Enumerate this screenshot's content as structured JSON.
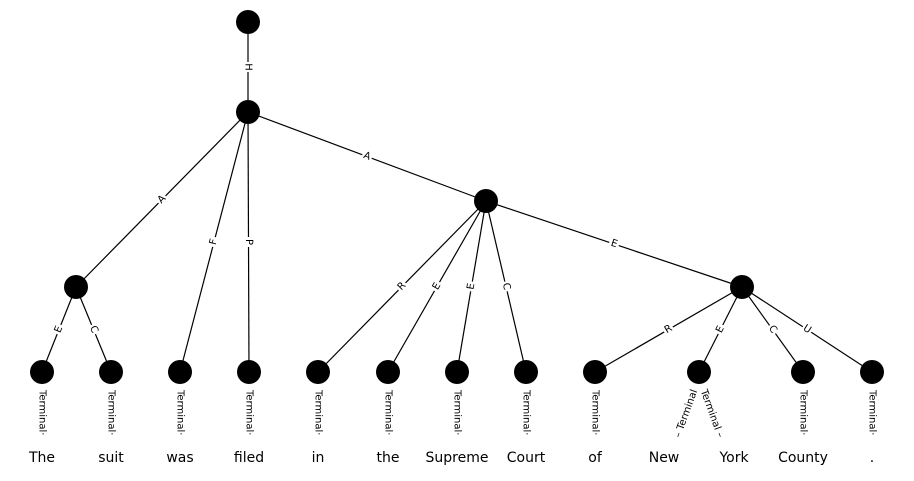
{
  "graph": {
    "nodes": [
      {
        "id": "root",
        "kind": "internal"
      },
      {
        "id": "n1",
        "kind": "internal"
      },
      {
        "id": "n2",
        "kind": "internal"
      },
      {
        "id": "n3",
        "kind": "internal"
      },
      {
        "id": "n4",
        "kind": "internal"
      },
      {
        "id": "t1",
        "kind": "terminal",
        "tag": "Terminal",
        "word": "The"
      },
      {
        "id": "t2",
        "kind": "terminal",
        "tag": "Terminal",
        "word": "suit"
      },
      {
        "id": "t3",
        "kind": "terminal",
        "tag": "Terminal",
        "word": "was"
      },
      {
        "id": "t4",
        "kind": "terminal",
        "tag": "Terminal",
        "word": "filed"
      },
      {
        "id": "t5",
        "kind": "terminal",
        "tag": "Terminal",
        "word": "in"
      },
      {
        "id": "t6",
        "kind": "terminal",
        "tag": "Terminal",
        "word": "the"
      },
      {
        "id": "t7",
        "kind": "terminal",
        "tag": "Terminal",
        "word": "Supreme"
      },
      {
        "id": "t8",
        "kind": "terminal",
        "tag": "Terminal",
        "word": "Court"
      },
      {
        "id": "t9",
        "kind": "terminal",
        "tag": "Terminal",
        "word": "of"
      },
      {
        "id": "t10",
        "kind": "terminal",
        "tag": "Terminal",
        "word": "New"
      },
      {
        "id": "t11",
        "kind": "terminal",
        "tag": "Terminal",
        "word": "York"
      },
      {
        "id": "t12",
        "kind": "terminal",
        "tag": "Terminal",
        "word": "County"
      },
      {
        "id": "t13",
        "kind": "terminal",
        "tag": "Terminal",
        "word": "."
      }
    ],
    "edges": [
      {
        "from": "root",
        "to": "n1",
        "label": "H"
      },
      {
        "from": "n1",
        "to": "n2",
        "label": "A"
      },
      {
        "from": "n1",
        "to": "t3",
        "label": "F"
      },
      {
        "from": "n1",
        "to": "t4",
        "label": "P"
      },
      {
        "from": "n1",
        "to": "n3",
        "label": "A"
      },
      {
        "from": "n2",
        "to": "t1",
        "label": "E"
      },
      {
        "from": "n2",
        "to": "t2",
        "label": "C"
      },
      {
        "from": "n3",
        "to": "t5",
        "label": "R"
      },
      {
        "from": "n3",
        "to": "t6",
        "label": "E"
      },
      {
        "from": "n3",
        "to": "t7",
        "label": "E"
      },
      {
        "from": "n3",
        "to": "t8",
        "label": "C"
      },
      {
        "from": "n3",
        "to": "n4",
        "label": "E"
      },
      {
        "from": "n4",
        "to": "t9",
        "label": "R"
      },
      {
        "from": "n4",
        "to": "t10",
        "label": "E"
      },
      {
        "from": "n4",
        "to": "t12",
        "label": "C"
      },
      {
        "from": "n4",
        "to": "t13",
        "label": "U"
      }
    ]
  }
}
